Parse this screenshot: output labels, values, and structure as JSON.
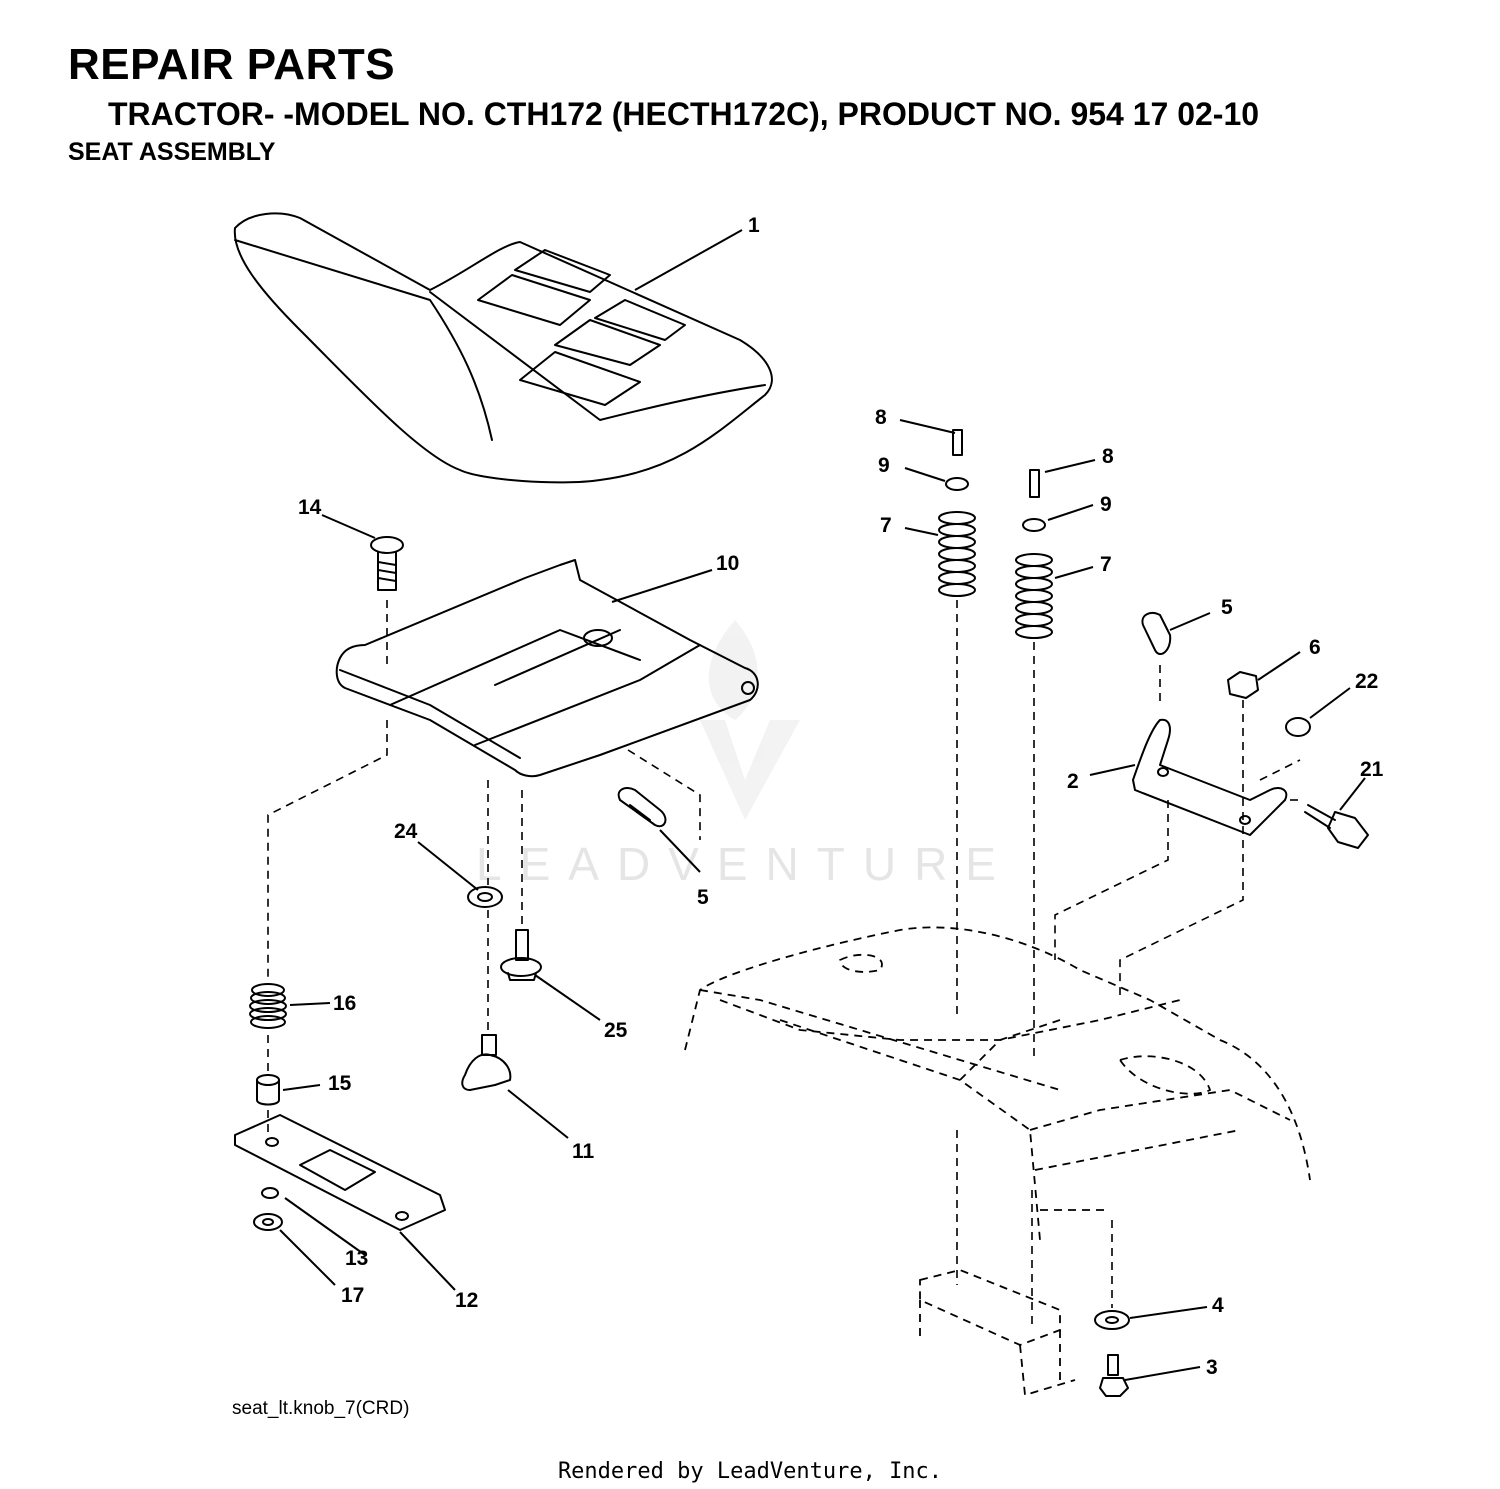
{
  "header": {
    "title": "REPAIR PARTS",
    "subtitle": "TRACTOR- -MODEL NO. CTH172 (HECTH172C), PRODUCT NO. 954 17 02-10",
    "section": "SEAT ASSEMBLY"
  },
  "callouts": {
    "p1": "1",
    "p2": "2",
    "p3": "3",
    "p4": "4",
    "p5a": "5",
    "p5b": "5",
    "p6": "6",
    "p7a": "7",
    "p7b": "7",
    "p8a": "8",
    "p8b": "8",
    "p9a": "9",
    "p9b": "9",
    "p10": "10",
    "p11": "11",
    "p12": "12",
    "p13": "13",
    "p14": "14",
    "p15": "15",
    "p16": "16",
    "p17": "17",
    "p21": "21",
    "p22": "22",
    "p24": "24",
    "p25": "25"
  },
  "watermark": "LEADVENTURE",
  "footer": {
    "drawing_code": "seat_lt.knob_7(CRD)",
    "credit": "Rendered by LeadVenture, Inc."
  }
}
